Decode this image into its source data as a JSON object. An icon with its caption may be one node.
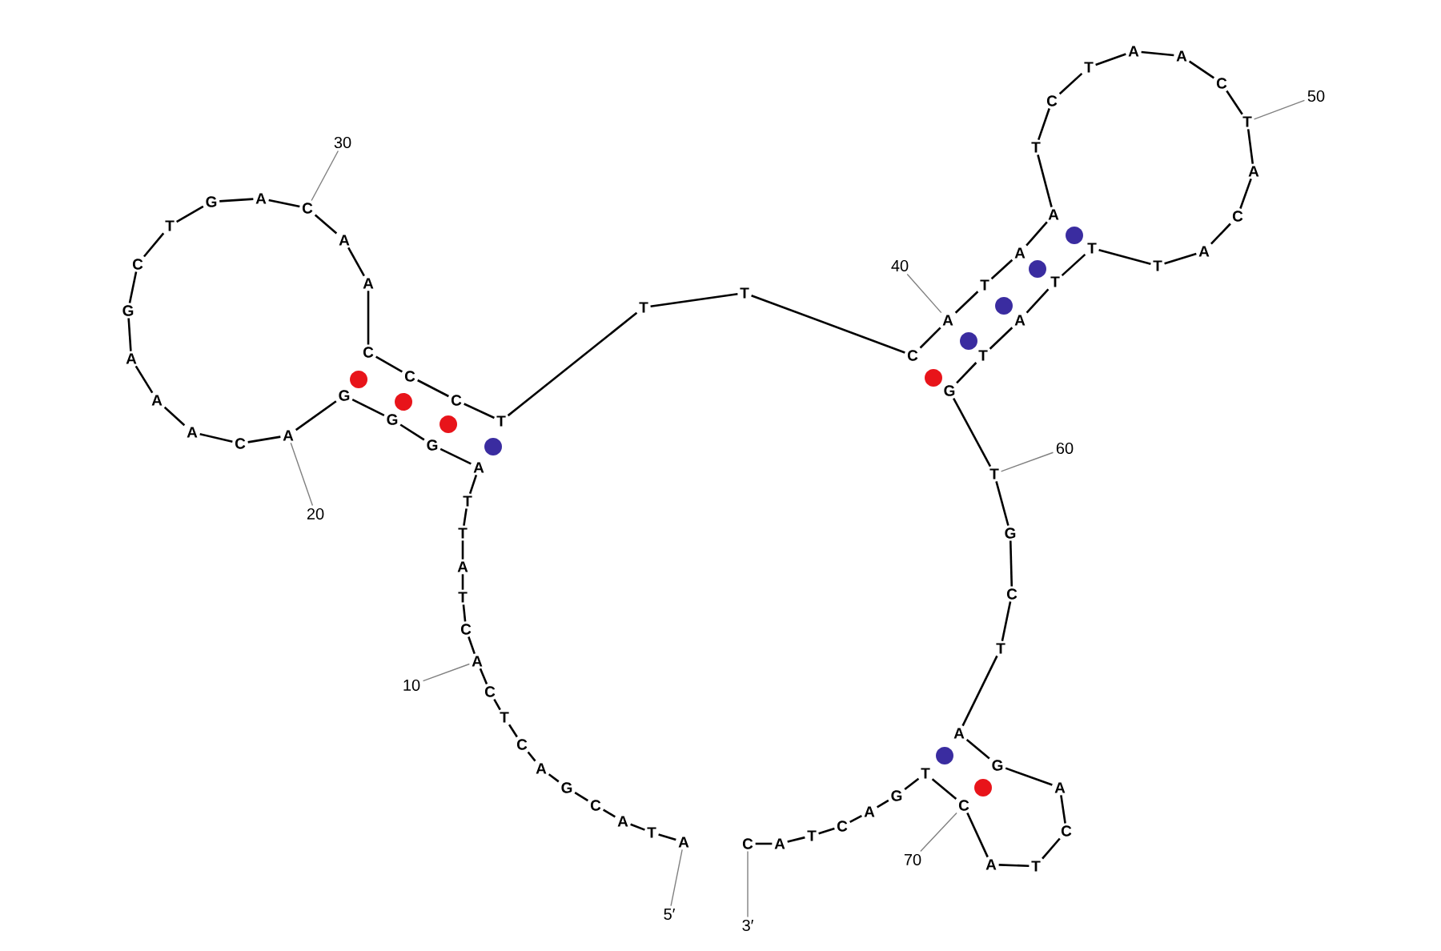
{
  "diagram": {
    "nodes": [
      {
        "text": [
          "A"
        ]
      },
      {
        "text": [
          "T"
        ]
      },
      {
        "text": [
          "A"
        ]
      },
      {
        "text": [
          "C"
        ]
      },
      {
        "text": [
          "G"
        ]
      },
      {
        "text": [
          "A"
        ]
      },
      {
        "text": [
          "C"
        ]
      },
      {
        "text": [
          "T"
        ]
      },
      {
        "text": [
          "C"
        ]
      },
      {
        "text": [
          "A"
        ]
      },
      {
        "text": [
          "C"
        ]
      },
      {
        "text": [
          "T"
        ]
      },
      {
        "text": [
          "A"
        ]
      },
      {
        "text": [
          "T"
        ]
      },
      {
        "text": [
          "T"
        ]
      },
      {
        "text": [
          "A"
        ]
      },
      {
        "text": [
          "G"
        ]
      },
      {
        "text": [
          "G"
        ]
      },
      {
        "text": [
          "G"
        ]
      },
      {
        "text": [
          "A"
        ]
      },
      {
        "text": [
          "C"
        ]
      },
      {
        "text": [
          "A"
        ]
      },
      {
        "text": [
          "A"
        ]
      },
      {
        "text": [
          "A"
        ]
      },
      {
        "text": [
          "G"
        ]
      },
      {
        "text": [
          "C"
        ]
      },
      {
        "text": [
          "T"
        ]
      },
      {
        "text": [
          "G"
        ]
      },
      {
        "text": [
          "A"
        ]
      },
      {
        "text": [
          "C"
        ]
      },
      {
        "text": [
          "A"
        ]
      },
      {
        "text": [
          "A"
        ]
      },
      {
        "text": [
          "C"
        ]
      },
      {
        "text": [
          "C"
        ]
      },
      {
        "text": [
          "C"
        ]
      },
      {
        "text": [
          "T"
        ]
      },
      {
        "text": [
          "T"
        ]
      },
      {
        "text": [
          "T"
        ]
      },
      {
        "text": [
          "C"
        ]
      },
      {
        "text": [
          "A"
        ]
      },
      {
        "text": [
          "T"
        ]
      },
      {
        "text": [
          "A"
        ]
      },
      {
        "text": [
          "A"
        ]
      },
      {
        "text": [
          "T"
        ]
      },
      {
        "text": [
          "C"
        ]
      },
      {
        "text": [
          "T"
        ]
      },
      {
        "text": [
          "A"
        ]
      },
      {
        "text": [
          "A"
        ]
      },
      {
        "text": [
          "C"
        ]
      },
      {
        "text": [
          "T"
        ]
      },
      {
        "text": [
          "A"
        ]
      },
      {
        "text": [
          "C"
        ]
      },
      {
        "text": [
          "A"
        ]
      },
      {
        "text": [
          "T"
        ]
      },
      {
        "text": [
          "T"
        ]
      },
      {
        "text": [
          "T"
        ]
      },
      {
        "text": [
          "A"
        ]
      },
      {
        "text": [
          "T"
        ]
      },
      {
        "text": [
          "G"
        ]
      },
      {
        "text": [
          "T"
        ]
      },
      {
        "text": [
          "G"
        ]
      },
      {
        "text": [
          "C"
        ]
      },
      {
        "text": [
          "T"
        ]
      },
      {
        "text": [
          "A"
        ]
      },
      {
        "text": [
          "G"
        ]
      },
      {
        "text": [
          "A"
        ]
      },
      {
        "text": [
          "C"
        ]
      },
      {
        "text": [
          "T"
        ]
      },
      {
        "text": [
          "A"
        ]
      },
      {
        "text": [
          "C"
        ]
      },
      {
        "text": [
          "T"
        ]
      },
      {
        "text": [
          "G"
        ]
      },
      {
        "text": [
          "A"
        ]
      },
      {
        "text": [
          "C"
        ]
      },
      {
        "text": [
          "T"
        ]
      },
      {
        "text": [
          "A"
        ]
      },
      {
        "text": [
          "C"
        ]
      },
      {
        "text": [
          "5′"
        ]
      },
      {
        "text": [
          "10"
        ]
      },
      {
        "text": [
          "20"
        ]
      },
      {
        "text": [
          "30"
        ]
      },
      {
        "text": [
          "40"
        ]
      },
      {
        "text": [
          "50"
        ]
      },
      {
        "text": [
          "60"
        ]
      },
      {
        "text": [
          "70"
        ]
      },
      {
        "text": [
          "3′"
        ]
      }
    ],
    "edges": [
      {
        "from": 0,
        "to": 1,
        "arrow": "none"
      },
      {
        "from": 1,
        "to": 2,
        "arrow": "none"
      },
      {
        "from": 2,
        "to": 3,
        "arrow": "none"
      },
      {
        "from": 3,
        "to": 4,
        "arrow": "none"
      },
      {
        "from": 4,
        "to": 5,
        "arrow": "none"
      },
      {
        "from": 5,
        "to": 6,
        "arrow": "none"
      },
      {
        "from": 6,
        "to": 7,
        "arrow": "none"
      },
      {
        "from": 7,
        "to": 8,
        "arrow": "none"
      },
      {
        "from": 8,
        "to": 9,
        "arrow": "none"
      },
      {
        "from": 9,
        "to": 10,
        "arrow": "none"
      },
      {
        "from": 10,
        "to": 11,
        "arrow": "none"
      },
      {
        "from": 11,
        "to": 12,
        "arrow": "none"
      },
      {
        "from": 12,
        "to": 13,
        "arrow": "none"
      },
      {
        "from": 13,
        "to": 14,
        "arrow": "none"
      },
      {
        "from": 14,
        "to": 15,
        "arrow": "none"
      },
      {
        "from": 15,
        "to": 16,
        "arrow": "none"
      },
      {
        "from": 16,
        "to": 17,
        "arrow": "none"
      },
      {
        "from": 17,
        "to": 18,
        "arrow": "none"
      },
      {
        "from": 18,
        "to": 19,
        "arrow": "none"
      },
      {
        "from": 19,
        "to": 20,
        "arrow": "none"
      },
      {
        "from": 20,
        "to": 21,
        "arrow": "none"
      },
      {
        "from": 21,
        "to": 22,
        "arrow": "none"
      },
      {
        "from": 22,
        "to": 23,
        "arrow": "none"
      },
      {
        "from": 23,
        "to": 24,
        "arrow": "none"
      },
      {
        "from": 24,
        "to": 25,
        "arrow": "none"
      },
      {
        "from": 25,
        "to": 26,
        "arrow": "none"
      },
      {
        "from": 26,
        "to": 27,
        "arrow": "none"
      },
      {
        "from": 27,
        "to": 28,
        "arrow": "none"
      },
      {
        "from": 28,
        "to": 29,
        "arrow": "none"
      },
      {
        "from": 29,
        "to": 30,
        "arrow": "none"
      },
      {
        "from": 30,
        "to": 31,
        "arrow": "none"
      },
      {
        "from": 31,
        "to": 32,
        "arrow": "none"
      },
      {
        "from": 32,
        "to": 33,
        "arrow": "none"
      },
      {
        "from": 33,
        "to": 34,
        "arrow": "none"
      },
      {
        "from": 34,
        "to": 35,
        "arrow": "none"
      },
      {
        "from": 35,
        "to": 36,
        "arrow": "none"
      },
      {
        "from": 36,
        "to": 37,
        "arrow": "none"
      },
      {
        "from": 37,
        "to": 38,
        "arrow": "none"
      },
      {
        "from": 38,
        "to": 39,
        "arrow": "none"
      },
      {
        "from": 39,
        "to": 40,
        "arrow": "none"
      },
      {
        "from": 40,
        "to": 41,
        "arrow": "none"
      },
      {
        "from": 41,
        "to": 42,
        "arrow": "none"
      },
      {
        "from": 42,
        "to": 43,
        "arrow": "none"
      },
      {
        "from": 43,
        "to": 44,
        "arrow": "none"
      },
      {
        "from": 44,
        "to": 45,
        "arrow": "none"
      },
      {
        "from": 45,
        "to": 46,
        "arrow": "none"
      },
      {
        "from": 46,
        "to": 47,
        "arrow": "none"
      },
      {
        "from": 47,
        "to": 48,
        "arrow": "none"
      },
      {
        "from": 48,
        "to": 49,
        "arrow": "none"
      },
      {
        "from": 49,
        "to": 50,
        "arrow": "none"
      },
      {
        "from": 50,
        "to": 51,
        "arrow": "none"
      },
      {
        "from": 51,
        "to": 52,
        "arrow": "none"
      },
      {
        "from": 52,
        "to": 53,
        "arrow": "none"
      },
      {
        "from": 53,
        "to": 54,
        "arrow": "none"
      },
      {
        "from": 54,
        "to": 55,
        "arrow": "none"
      },
      {
        "from": 55,
        "to": 56,
        "arrow": "none"
      },
      {
        "from": 56,
        "to": 57,
        "arrow": "none"
      },
      {
        "from": 57,
        "to": 58,
        "arrow": "none"
      },
      {
        "from": 58,
        "to": 59,
        "arrow": "none"
      },
      {
        "from": 59,
        "to": 60,
        "arrow": "none"
      },
      {
        "from": 60,
        "to": 61,
        "arrow": "none"
      },
      {
        "from": 61,
        "to": 62,
        "arrow": "none"
      },
      {
        "from": 62,
        "to": 63,
        "arrow": "none"
      },
      {
        "from": 63,
        "to": 64,
        "arrow": "none"
      },
      {
        "from": 64,
        "to": 65,
        "arrow": "none"
      },
      {
        "from": 65,
        "to": 66,
        "arrow": "none"
      },
      {
        "from": 66,
        "to": 67,
        "arrow": "none"
      },
      {
        "from": 67,
        "to": 68,
        "arrow": "none"
      },
      {
        "from": 68,
        "to": 69,
        "arrow": "none"
      },
      {
        "from": 69,
        "to": 70,
        "arrow": "none"
      },
      {
        "from": 70,
        "to": 71,
        "arrow": "none"
      },
      {
        "from": 71,
        "to": 72,
        "arrow": "none"
      },
      {
        "from": 72,
        "to": 73,
        "arrow": "none"
      },
      {
        "from": 73,
        "to": 74,
        "arrow": "none"
      },
      {
        "from": 74,
        "to": 75,
        "arrow": "none"
      },
      {
        "from": 75,
        "to": 76,
        "arrow": "none"
      },
      {
        "from": 77,
        "to": 0,
        "arrow": "none",
        "color": "#808080"
      },
      {
        "from": 78,
        "to": 9,
        "arrow": "none",
        "color": "#808080"
      },
      {
        "from": 79,
        "to": 19,
        "arrow": "none",
        "color": "#808080"
      },
      {
        "from": 80,
        "to": 29,
        "arrow": "none",
        "color": "#808080"
      },
      {
        "from": 81,
        "to": 39,
        "arrow": "none",
        "color": "#808080"
      },
      {
        "from": 82,
        "to": 49,
        "arrow": "none",
        "color": "#808080"
      },
      {
        "from": 83,
        "to": 59,
        "arrow": "none",
        "color": "#808080"
      },
      {
        "from": 84,
        "to": 69,
        "arrow": "none",
        "color": "#808080"
      },
      {
        "from": 85,
        "to": 76,
        "arrow": "none",
        "color": "#808080"
      }
    ]
  }
}
